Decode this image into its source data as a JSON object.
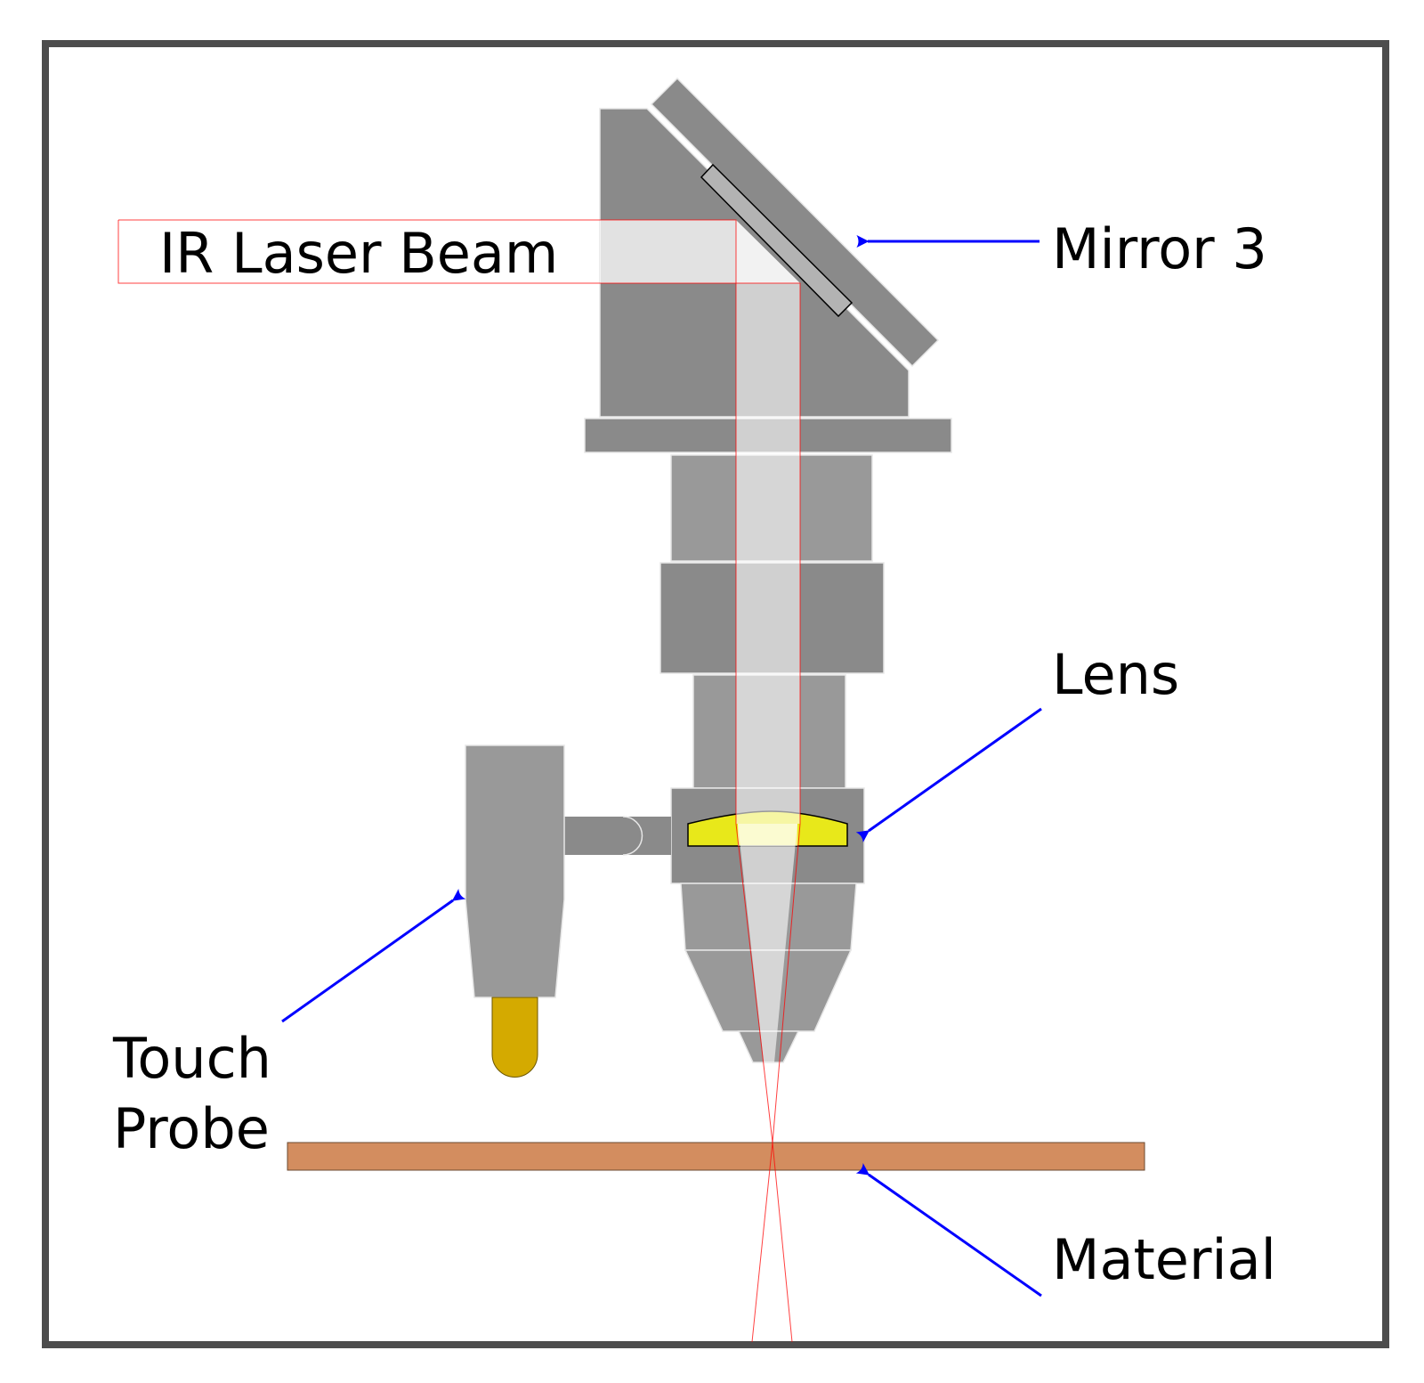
{
  "labels": {
    "beam": "IR Laser Beam",
    "mirror": "Mirror 3",
    "lens": "Lens",
    "probe_line1": "Touch",
    "probe_line2": "Probe",
    "material": "Material"
  },
  "colors": {
    "frame": "#4d4d4d",
    "head_dark": "#8a8a8a",
    "head_light": "#999999",
    "mirror_glass": "#b3b3b3",
    "beam_fill": "#e0e0e0",
    "beam_edge": "#ff0000",
    "lens": "#e8e81a",
    "probe_tip": "#d4aa00",
    "material": "#d38d5f",
    "arrow": "#0000ff"
  }
}
